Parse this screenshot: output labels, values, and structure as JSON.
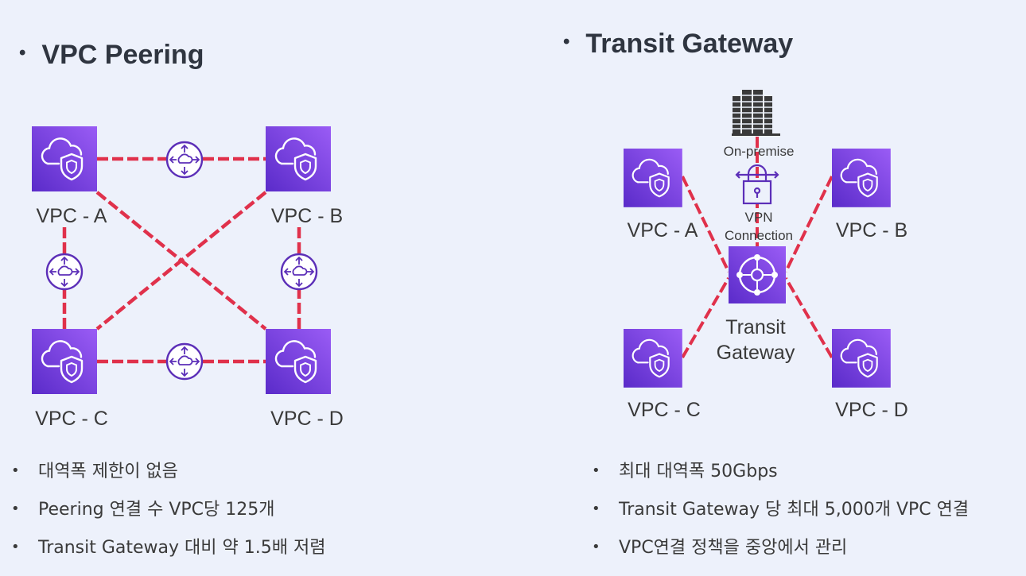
{
  "left": {
    "title": "VPC Peering",
    "vpcs": [
      "VPC - A",
      "VPC - B",
      "VPC - C",
      "VPC - D"
    ],
    "bullets": [
      "대역폭 제한이 없음",
      "Peering 연결 수 VPC당 125개",
      "Transit Gateway 대비 약 1.5배 저렴"
    ]
  },
  "right": {
    "title": "Transit Gateway",
    "onprem_label": "On-premise",
    "vpn_label_line1": "VPN",
    "vpn_label_line2": "Connection",
    "tgw_label_line1": "Transit",
    "tgw_label_line2": "Gateway",
    "vpcs": [
      "VPC - A",
      "VPC - B",
      "VPC - C",
      "VPC - D"
    ],
    "bullets": [
      "최대 대역폭 50Gbps",
      "Transit Gateway 당 최대 5,000개 VPC 연결",
      "VPC연결 정책을 중앙에서 관리"
    ]
  },
  "colors": {
    "vpc_icon": "#7b3fe4",
    "connector": "#e0314b",
    "router_stroke": "#5c2fb8"
  }
}
